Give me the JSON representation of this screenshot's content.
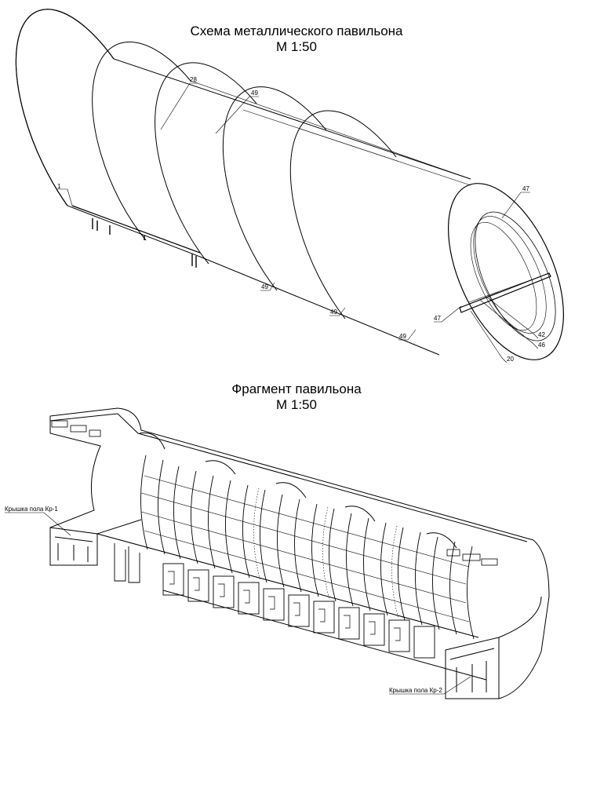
{
  "scheme": {
    "title": "Схема металлического павильона",
    "scale": "М 1:50",
    "callouts": {
      "c1": "1",
      "c28": "28",
      "c49a": "49",
      "c47a": "47",
      "c49b": "49",
      "c49c": "49",
      "c49d": "49",
      "c47b": "47",
      "c42": "42",
      "c46": "46",
      "c20": "20"
    }
  },
  "fragment": {
    "title": "Фрагмент павильона",
    "scale": "М 1:50",
    "label_left": "Крышка пола Кр-1",
    "label_right": "Крышка пола Кр-2"
  }
}
